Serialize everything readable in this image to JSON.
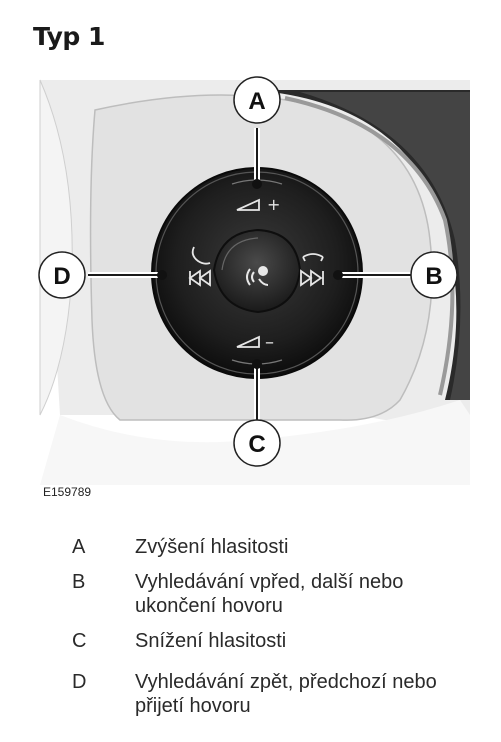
{
  "title": "Typ 1",
  "figure": {
    "id": "E159789",
    "callouts": [
      "A",
      "B",
      "C",
      "D"
    ]
  },
  "legend": [
    {
      "key": "A",
      "text": "Zvýšení hlasitosti"
    },
    {
      "key": "B",
      "text": "Vyhledávání vpřed, další nebo ukončení hovoru"
    },
    {
      "key": "C",
      "text": "Snížení hlasitosti"
    },
    {
      "key": "D",
      "text": "Vyhledávání zpět, předchozí nebo přijetí hovoru"
    }
  ]
}
